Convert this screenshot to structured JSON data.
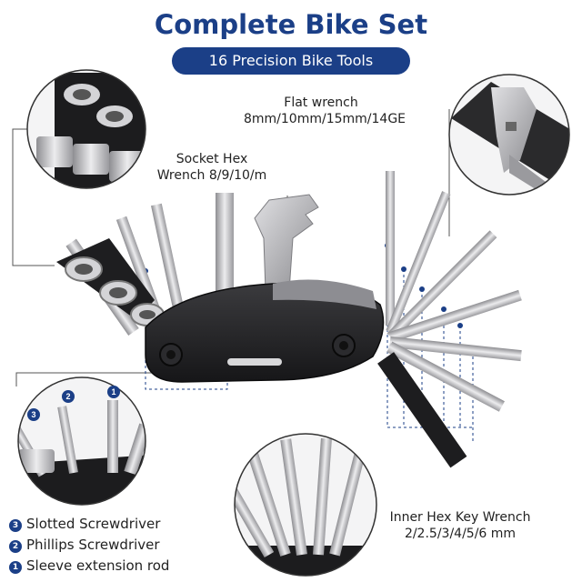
{
  "title": "Complete Bike Set",
  "subtitle": "16 Precision Bike Tools",
  "labels": {
    "flat_wrench_line1": "Flat wrench",
    "flat_wrench_line2": "8mm/10mm/15mm/14GE",
    "socket_hex_line1": "Socket Hex",
    "socket_hex_line2": "Wrench 8/9/10/m",
    "inner_hex_line1": "Inner Hex Key Wrench",
    "inner_hex_line2": "2/2.5/3/4/5/6 mm"
  },
  "legend": [
    {
      "number": "3",
      "text": "Slotted Screwdriver"
    },
    {
      "number": "2",
      "text": "Phillips Screwdriver"
    },
    {
      "number": "1",
      "text": "Sleeve extension rod"
    }
  ],
  "badges": [
    "3",
    "2",
    "1"
  ],
  "colors": {
    "accent": "#1b3f87",
    "dark_metal": "#2a2a2c",
    "steel": "#c9c9cc"
  }
}
